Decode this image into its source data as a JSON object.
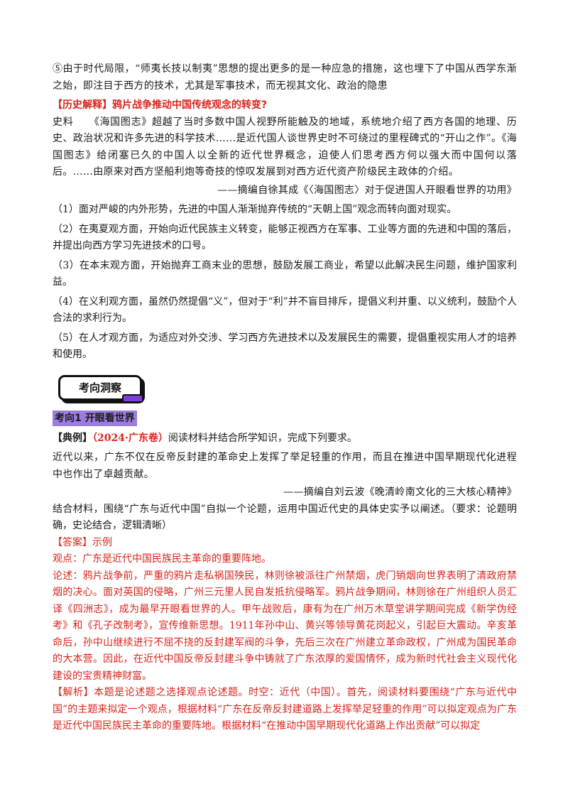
{
  "top_para": "⑤由于时代局限，“师夷长技以制夷”思想的提出更多的是一种应急的措施，这也埋下了中国从西学东渐之始，即注目于西方的技术，尤其是军事技术，而无视其文化、政治的隐患",
  "history_heading": "【历史解释】鸦片战争推动中国传统观念的转变?",
  "material": "史料　　《海国图志》超越了当时多数中国人视野所能触及的地域，系统地介绍了西方各国的地理、历史、政治状况和许多先进的科学技术……是近代国人谈世界史时不可绕过的里程碑式的“开山之作”。《海国图志》给闭塞已久的中国人以全新的近代世界概念，迫使人们思考西方何以强大而中国何以落后。……由原来对西方坚船利炮等奇技的惊叹发展到对西方近代资产阶级民主政体的介绍。",
  "material_source": "——摘编自徐其成《〈海国图志〉对于促进国人开眼看世界的功用》",
  "points": [
    "（1）面对严峻的内外形势，先进的中国人渐渐抛弃传统的“天朝上国”观念而转向面对现实。",
    "（2）在夷夏观方面，开始向近代民族主义转变，能够正视西方在军事、工业等方面的先进和中国的落后，并提出向西方学习先进技术的口号。",
    "（3）在本末观方面，开始抛弃工商末业的思想，鼓励发展工商业，希望以此解决民生问题，维护国家利益。",
    "（4）在义利观方面，虽然仍然提倡“义”，但对于“利”并不盲目排斥，提倡义利并重、以义统利，鼓励个人合法的求利行为。",
    "（5）在人才观方面，为适应对外交涉、学习西方先进技术以及发展民生的需要，提倡重视实用人才的培养和使用。"
  ],
  "badge_label": "考向洞察",
  "topic_heading": "考向1 开眼看世界",
  "example": {
    "label": "【典例】",
    "source_tag": "（2024·广东卷）",
    "instruction": "阅读材料并结合所学知识，完成下列要求。",
    "material": "近代以来，广东不仅在反帝反封建的革命史上发挥了举足轻重的作用，而且在推进中国早期现代化进程中也作出了卓越贡献。",
    "material_source": "——摘编自刘云波《晚清岭南文化的三大核心精神》",
    "question": "结合材料，围绕“广东与近代中国”自拟一个论题，运用中国近代史的具体史实予以阐述。（要求：论题明确，史论结合，逻辑清晰）"
  },
  "answer": {
    "label": "【答案】",
    "label_suffix": "示例",
    "viewpoint": "观点：广东是近代中国民族民主革命的重要阵地。",
    "argument": "论述：鸦片战争前，严重的鸦片走私祸国殃民，林则徐被派往广州禁烟，虎门销烟向世界表明了清政府禁烟的决心。面对英国的侵略，广州三元里人民自发抵抗侵略军。鸦片战争期间，林则徐在广州组织人员汇译《四洲志》，成为最早开眼看世界的人。甲午战败后，康有为在广州万木草堂讲学期间完成《新学伪经考》和《孔子改制考》，宣传维新思想。1911年孙中山、黄兴等领导黄花岗起义，引起巨大震动。辛亥革命后，孙中山继续进行不屈不挠的反封建军阀的斗争，先后三次在广州建立革命政权，广州成为国民革命的大本营。因此，在近代中国反帝反封建斗争中铸就了广东浓厚的爱国情怀，成为新时代社会主义现代化建设的宝贵精神财富。"
  },
  "analysis": {
    "label": "【解析】",
    "text": "本题是论述题之选择观点论述题。时空：近代（中国）。首先，阅读材料要围绕“广东与近代中国”的主题来拟定一个观点，根据材料“广东在反帝反封建道路上发挥举足轻重的作用”可以拟定观点为广东是近代中国民族民主革命的重要阵地。根据材料“在推动中国早期现代化道路上作出贡献”可以拟定"
  },
  "colors": {
    "accent_red": "#d9241c",
    "topic_highlight": "#9b7de0",
    "badge_accent": "#7b3fd6"
  }
}
